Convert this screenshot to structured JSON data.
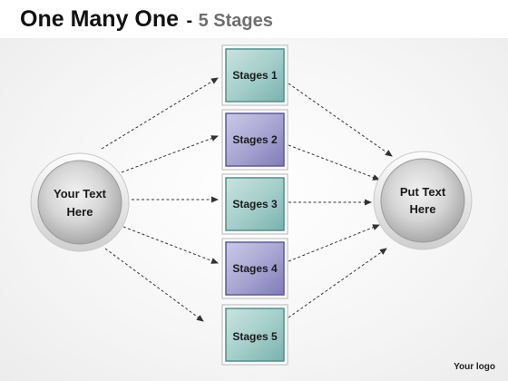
{
  "title": {
    "main": "One Many One",
    "separator": "-",
    "sub": "5 Stages"
  },
  "left_node": {
    "line1": "Your Text",
    "line2": "Here"
  },
  "right_node": {
    "line1": "Put Text",
    "line2": "Here"
  },
  "stages": [
    {
      "label": "Stages 1",
      "color": "teal"
    },
    {
      "label": "Stages 2",
      "color": "purple"
    },
    {
      "label": "Stages 3",
      "color": "teal"
    },
    {
      "label": "Stages 4",
      "color": "purple"
    },
    {
      "label": "Stages 5",
      "color": "teal"
    }
  ],
  "colors": {
    "teal_light": "#b3d6d3",
    "teal_dark": "#5a9a97",
    "purple_light": "#b6b3d8",
    "purple_dark": "#66629f",
    "arrow": "#333333"
  },
  "logo": "Your logo"
}
